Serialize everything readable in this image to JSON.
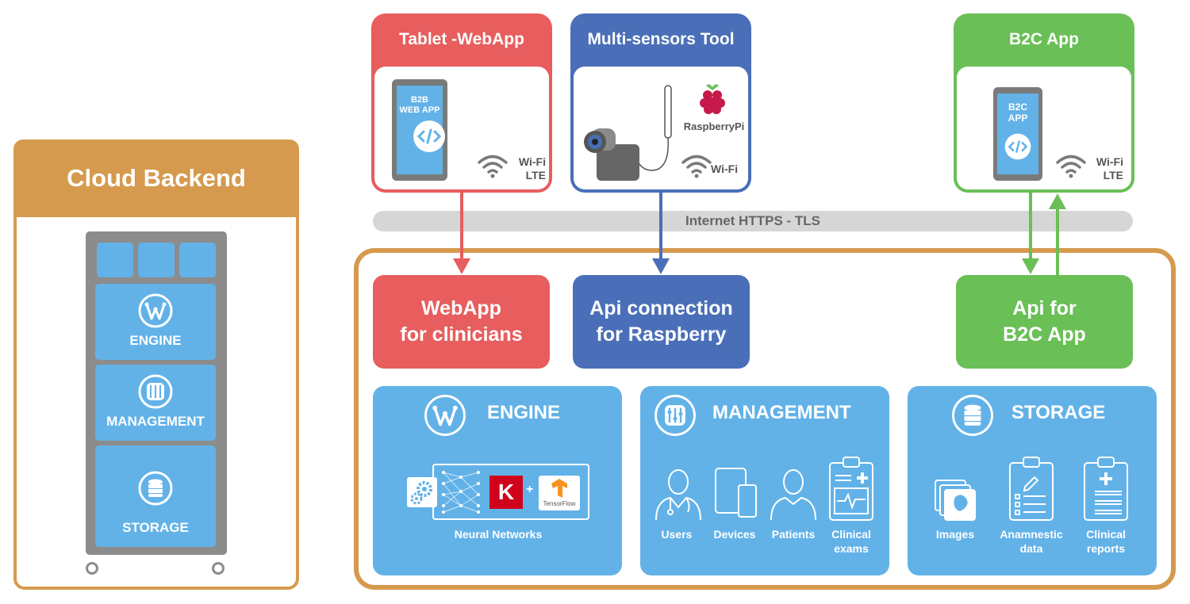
{
  "cloud": {
    "title": "Cloud Backend",
    "rack_modules": [
      "ENGINE",
      "MANAGEMENT",
      "STORAGE"
    ]
  },
  "devices": {
    "tablet": {
      "title": "Tablet -WebApp",
      "screen_text_1": "B2B",
      "screen_text_2": "WEB APP",
      "conn_1": "Wi-Fi",
      "conn_2": "LTE"
    },
    "sensors": {
      "title": "Multi-sensors Tool",
      "pi_label": "RaspberryPi",
      "conn_1": "Wi-Fi"
    },
    "b2c": {
      "title": "B2C App",
      "screen_text_1": "B2C",
      "screen_text_2": "APP",
      "conn_1": "Wi-Fi",
      "conn_2": "LTE"
    }
  },
  "network": {
    "label": "Internet HTTPS - TLS"
  },
  "apis": {
    "webapp": {
      "line1": "WebApp",
      "line2": "for clinicians"
    },
    "raspberry": {
      "line1": "Api connection",
      "line2": "for Raspberry"
    },
    "b2c": {
      "line1": "Api for",
      "line2": "B2C App"
    }
  },
  "panels": {
    "engine": {
      "title": "ENGINE",
      "caption": "Neural Networks",
      "k_logo": "K",
      "plus": "+",
      "tf_logo": "TensorFlow"
    },
    "management": {
      "title": "MANAGEMENT",
      "items": [
        "Users",
        "Devices",
        "Patients",
        "Clinical exams"
      ]
    },
    "storage": {
      "title": "STORAGE",
      "items": [
        "Images",
        "Anamnestic data",
        "Clinical reports"
      ]
    }
  },
  "colors": {
    "orange": "#d59a4e",
    "red": "#e85d5d",
    "blue": "#4a6fb8",
    "green": "#6abf57",
    "light_blue": "#62b2e8"
  }
}
